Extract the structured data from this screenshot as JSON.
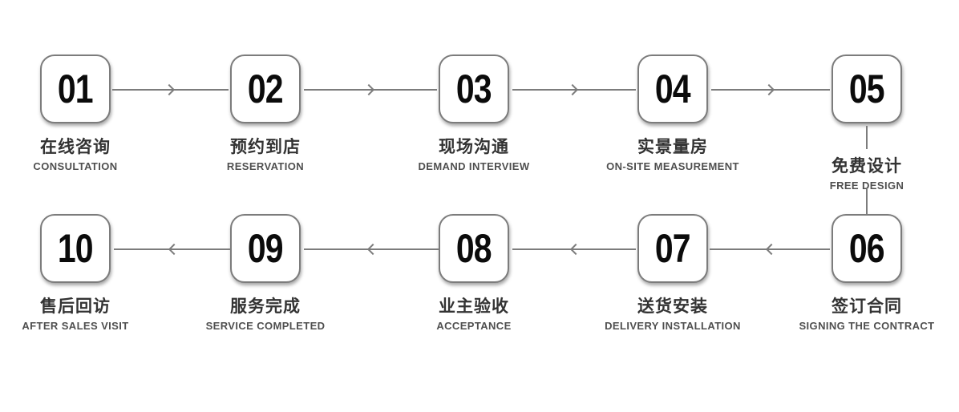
{
  "diagram": {
    "type": "process-flow",
    "rows": 2,
    "flow": "steps 01-05 left to right on top row, vertical drop from 05 to 06, steps 06-10 right to left on bottom row"
  },
  "steps": [
    {
      "number": "01",
      "zh": "在线咨询",
      "en": "CONSULTATION"
    },
    {
      "number": "02",
      "zh": "预约到店",
      "en": "RESERVATION"
    },
    {
      "number": "03",
      "zh": "现场沟通",
      "en": "DEMAND INTERVIEW"
    },
    {
      "number": "04",
      "zh": "实景量房",
      "en": "ON-SITE MEASUREMENT"
    },
    {
      "number": "05",
      "zh": "免费设计",
      "en": "FREE DESIGN"
    },
    {
      "number": "06",
      "zh": "签订合同",
      "en": "SIGNING THE CONTRACT"
    },
    {
      "number": "07",
      "zh": "送货安装",
      "en": "DELIVERY INSTALLATION"
    },
    {
      "number": "08",
      "zh": "业主验收",
      "en": "ACCEPTANCE"
    },
    {
      "number": "09",
      "zh": "服务完成",
      "en": "SERVICE COMPLETED"
    },
    {
      "number": "10",
      "zh": "售后回访",
      "en": "AFTER SALES VISIT"
    }
  ],
  "colors": {
    "line": "#7c7c7c",
    "box_border": "#7c7c7c",
    "number": "#0b0b0b",
    "label_zh": "#333333",
    "label_en": "#4f4f4f",
    "background": "#ffffff"
  }
}
